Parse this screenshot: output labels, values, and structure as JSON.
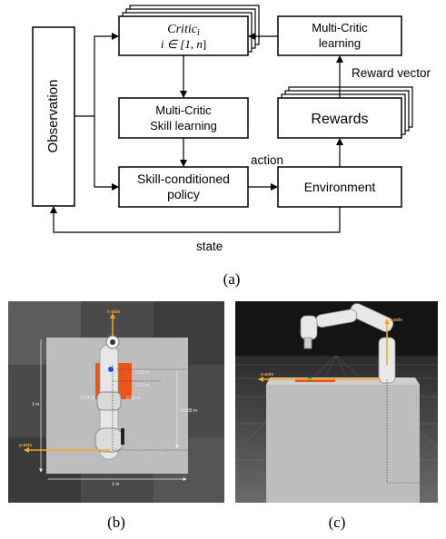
{
  "diagram": {
    "observation": "Observation",
    "critic_name": "Critic",
    "critic_sub": "i",
    "critic_range_prefix": "i ∈ [1, ",
    "critic_range_n": "n",
    "critic_range_suffix": "]",
    "multi_critic_learning_line1": "Multi-Critic",
    "multi_critic_learning_line2": "learning",
    "reward_vector": "Reward vector",
    "rewards": "Rewards",
    "skill_learning_line1": "Multi-Critic",
    "skill_learning_line2": "Skill learning",
    "action": "action",
    "policy_line1": "Skill-conditioned",
    "policy_line2": "policy",
    "environment": "Environment",
    "state": "state"
  },
  "captions": {
    "a": "(a)",
    "b": "(b)",
    "c": "(c)"
  },
  "figure_b": {
    "x_axis": "x-axis",
    "y_axis": "y-axis",
    "dim_1m_left": "1 m",
    "dim_1m_bottom": "1 m",
    "dim_012_top": "0.12 m",
    "dim_012_mid": "0.12 m",
    "dim_012_left": "0.12 m",
    "dim_012_right": "0.12 m",
    "dim_0535": "0.535 m"
  },
  "figure_c": {
    "z_axis": "z-axis",
    "x_axis": "x-axis",
    "dim_078": "0.78 m"
  },
  "colors": {
    "axis_arrow": "#f5a623",
    "target_region": "#e8561c",
    "box_stroke": "#000000"
  }
}
